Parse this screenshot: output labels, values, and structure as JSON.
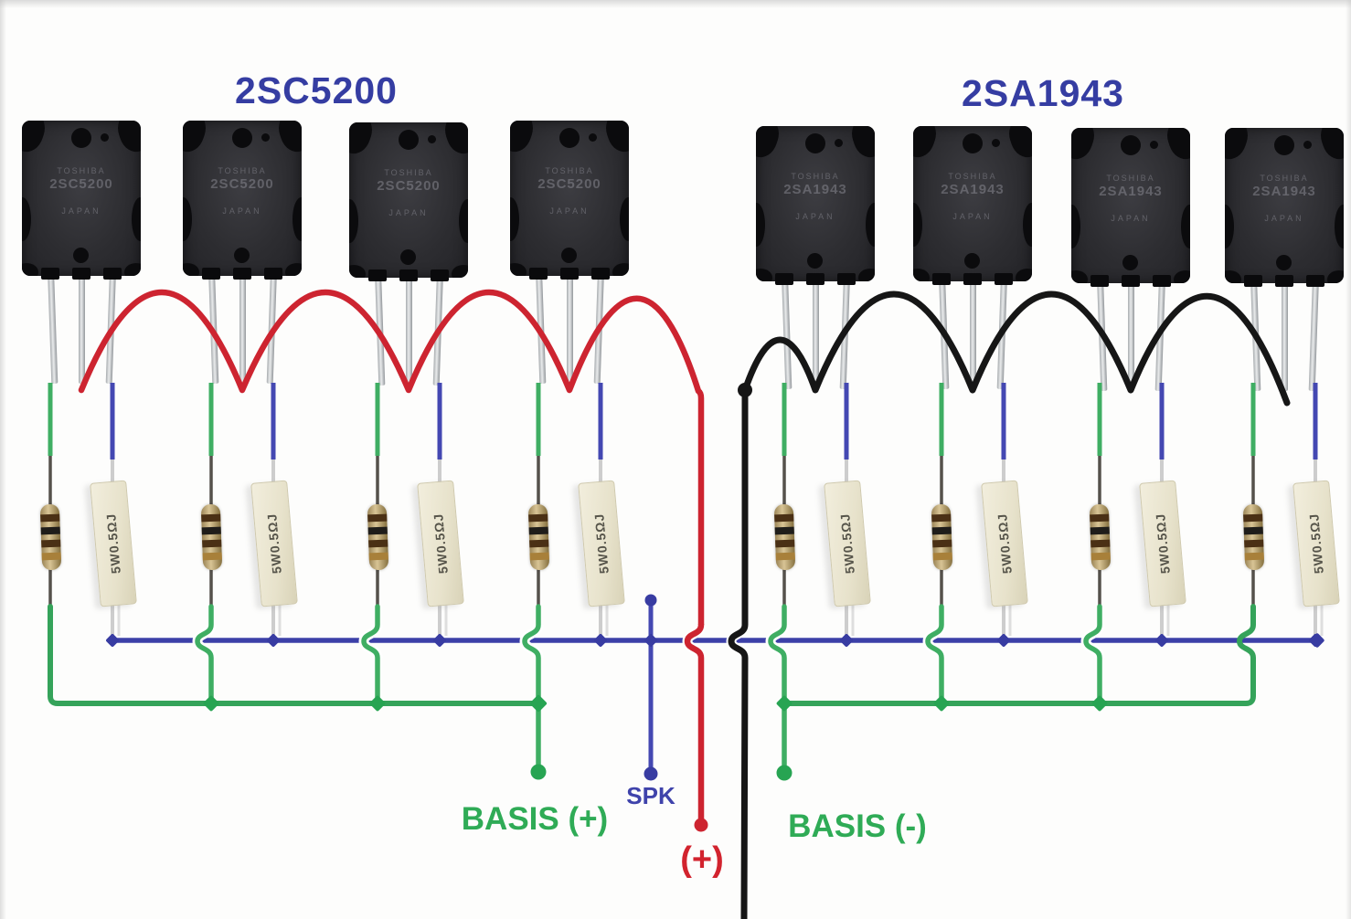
{
  "diagram": {
    "left_group_label": "2SC5200",
    "right_group_label": "2SA1943",
    "terminals": {
      "basis_plus": "BASIS (+)",
      "spk": "SPK",
      "supply_plus": "(+)",
      "basis_minus": "BASIS (-)"
    },
    "transistors": {
      "brand_marking": "TOSHIBA",
      "left_part": "2SC5200",
      "right_part": "2SA1943",
      "origin_marking": "JAPAN",
      "count_left": 4,
      "count_right": 4
    },
    "resistors": {
      "ceramic_label": "5W0.5ΩJ",
      "ceramic_count": 8,
      "carbon_count": 8
    },
    "colors": {
      "wire_red": "#cd2430",
      "wire_black": "#161616",
      "wire_green": "#3fae63",
      "bus_green": "#35a35a",
      "wire_blue": "#4448b2",
      "bus_blue": "#3c40a8",
      "dot_blue": "#383ca2",
      "dot_green": "#27a452",
      "label_navy": "#353da2",
      "label_green": "#2fab56",
      "label_red": "#d2232e",
      "label_blue": "#3f43ab",
      "lead_dark": "#55514b",
      "lead_pale": "#cdcdcd"
    }
  }
}
